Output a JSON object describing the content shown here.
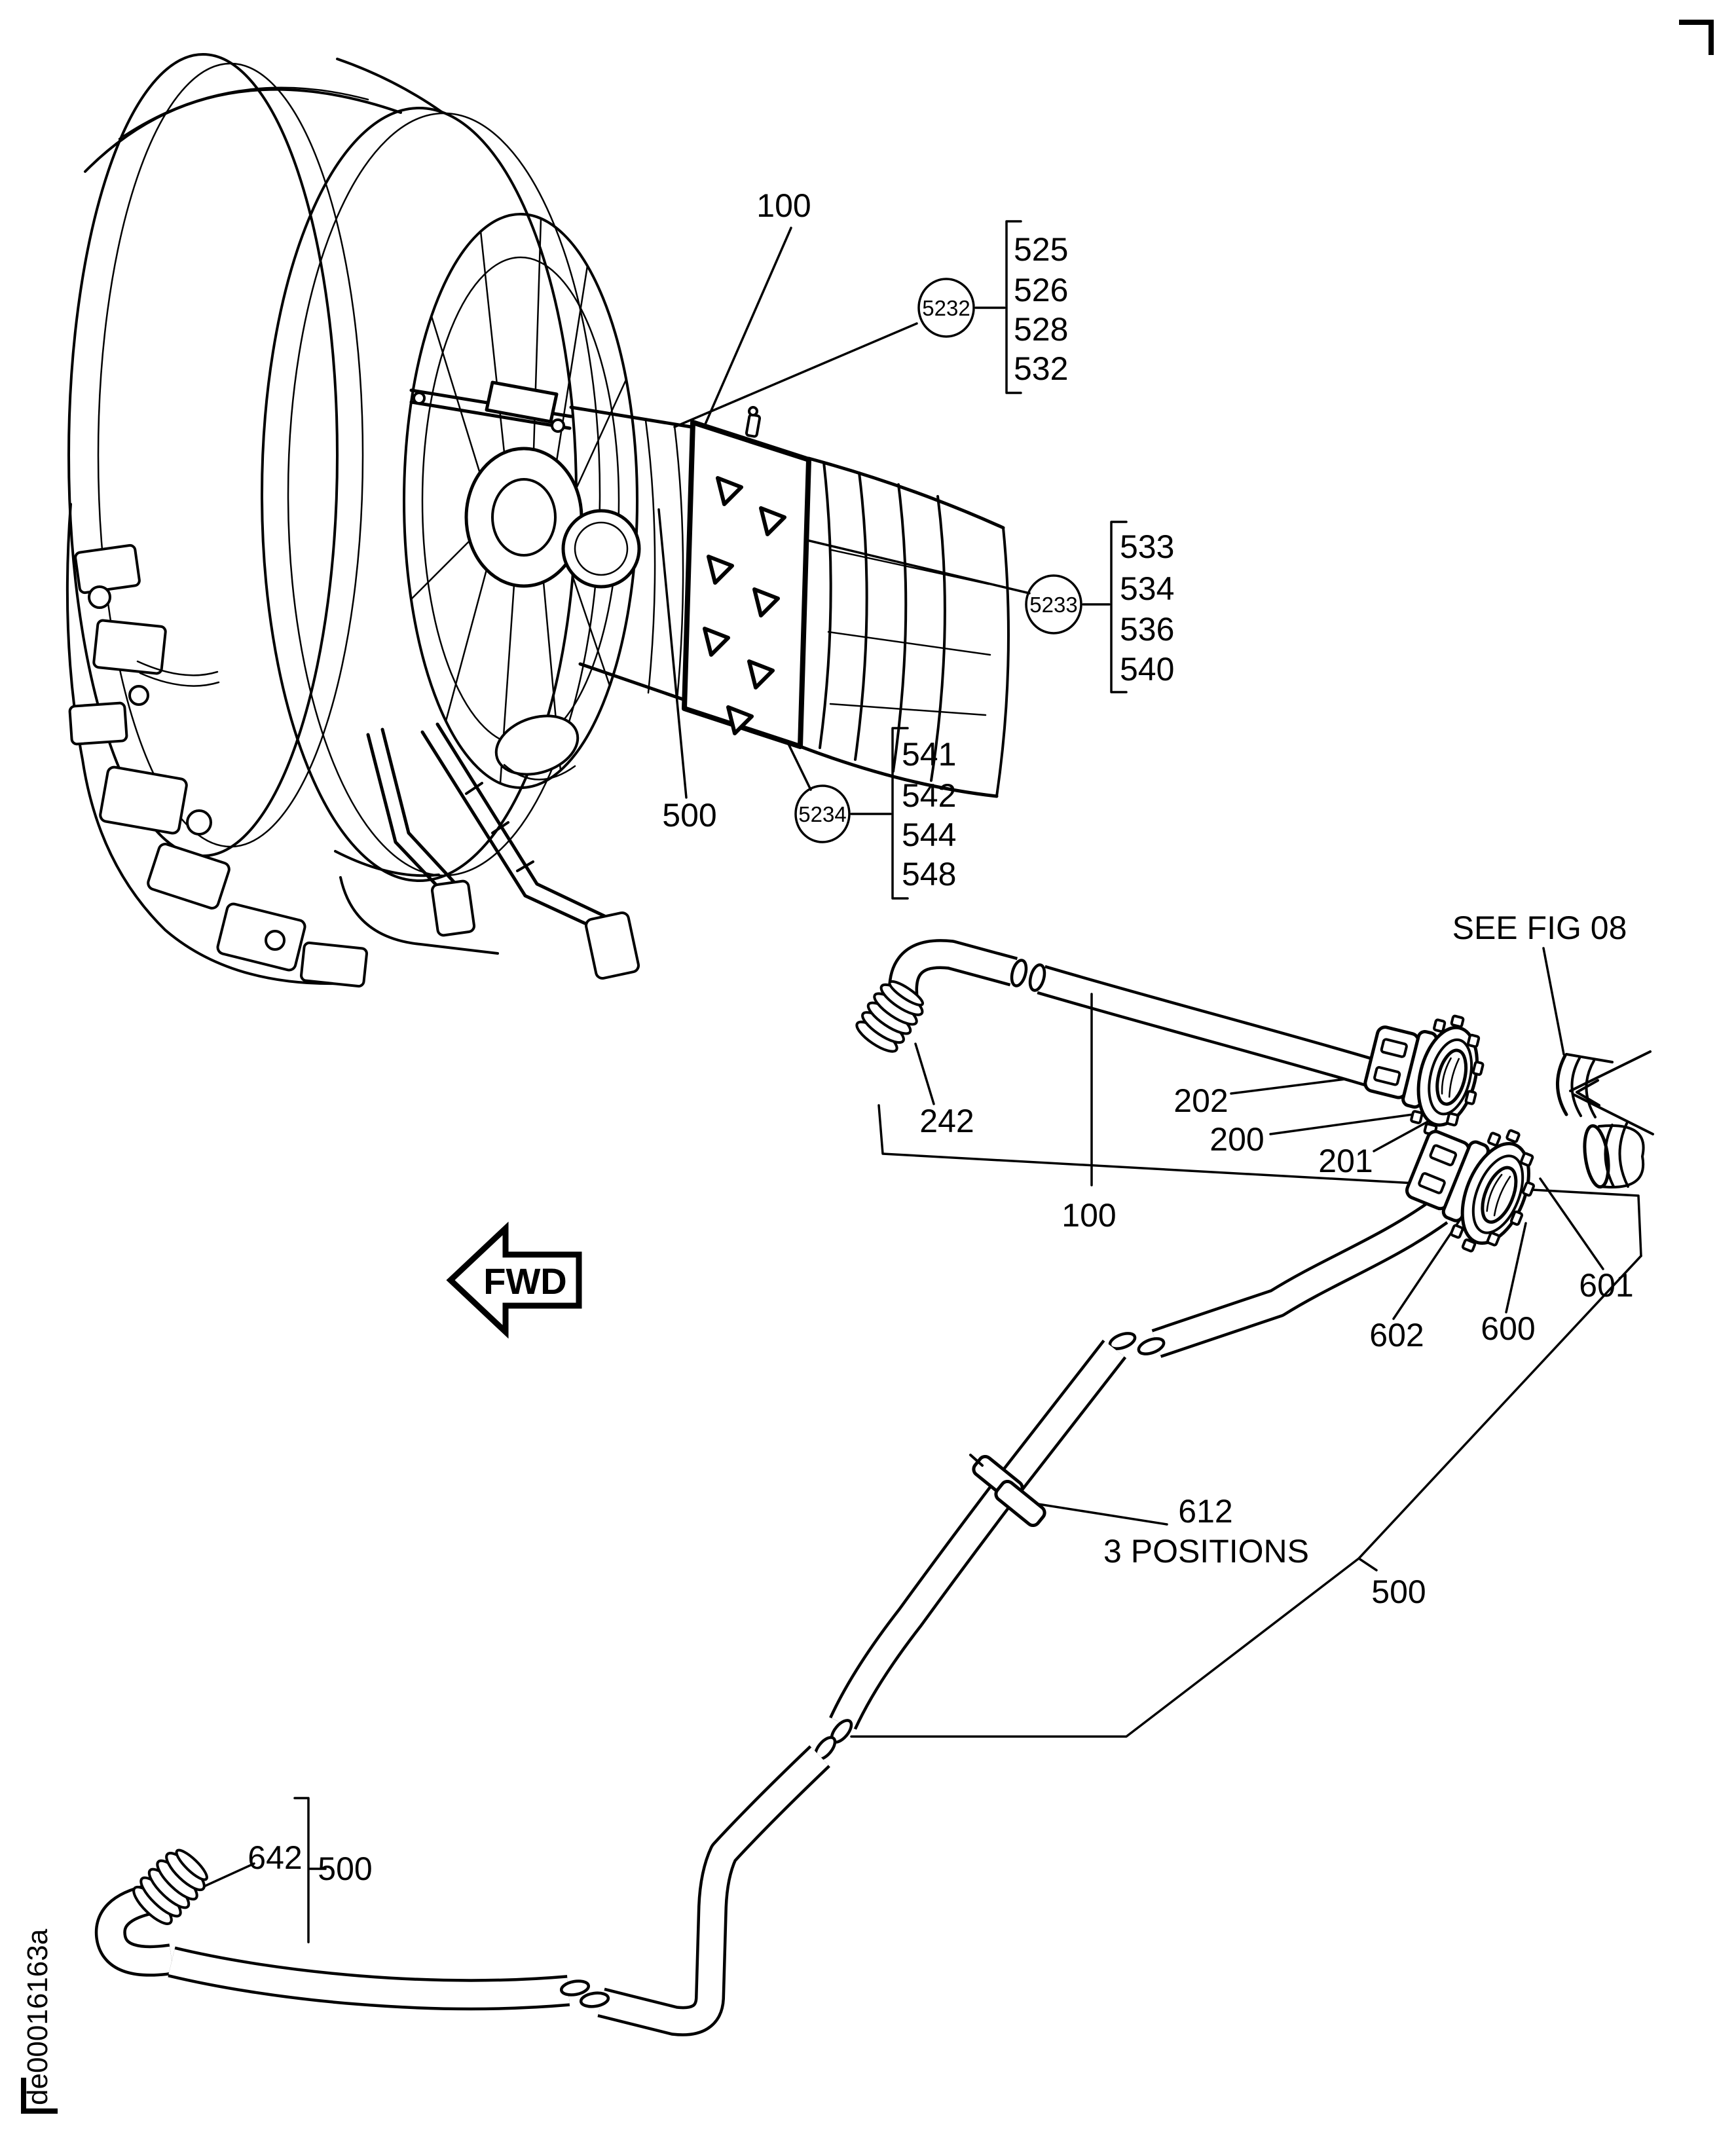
{
  "page": {
    "background": "#ffffff",
    "ink": "#000000"
  },
  "doc_number": "de00016163a",
  "fwd_arrow": {
    "label": "FWD"
  },
  "see_fig_note": "SEE FIG 08",
  "positions_note": "3 POSITIONS",
  "callouts": {
    "engine_hose_ref_top": "100",
    "assembly_100": "100",
    "engine_tube_500": "500",
    "assembly_500": "500",
    "assembly_500_bottom": "500",
    "part_242": "242",
    "part_202": "202",
    "part_200": "200",
    "part_201": "201",
    "part_600": "600",
    "part_601": "601",
    "part_602": "602",
    "part_612": "612",
    "part_642": "642"
  },
  "callout_groups": [
    {
      "id": "5232",
      "parts": [
        "525",
        "526",
        "528",
        "532"
      ]
    },
    {
      "id": "5233",
      "parts": [
        "533",
        "534",
        "536",
        "540"
      ]
    },
    {
      "id": "5234",
      "parts": [
        "541",
        "542",
        "544",
        "548"
      ]
    }
  ]
}
